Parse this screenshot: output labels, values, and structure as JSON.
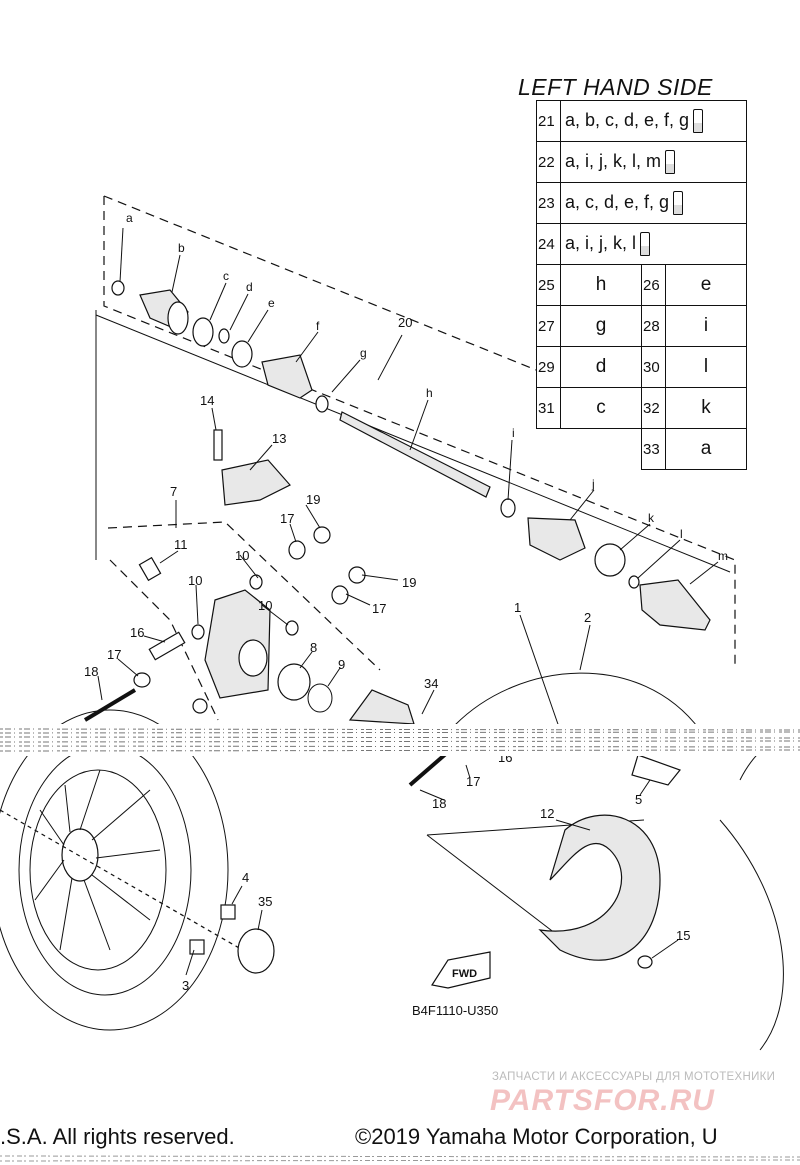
{
  "table": {
    "title": "LEFT HAND SIDE",
    "kit_rows": [
      {
        "num": "21",
        "parts": "a, b, c, d, e, f, g"
      },
      {
        "num": "22",
        "parts": "a, i, j, k, l, m"
      },
      {
        "num": "23",
        "parts": "a, c, d, e, f, g"
      },
      {
        "num": "24",
        "parts": "a, i, j, k, l"
      }
    ],
    "pair_rows": [
      {
        "left_num": "25",
        "left_code": "h",
        "right_num": "26",
        "right_code": "e"
      },
      {
        "left_num": "27",
        "left_code": "g",
        "right_num": "28",
        "right_code": "i"
      },
      {
        "left_num": "29",
        "left_code": "d",
        "right_num": "30",
        "right_code": "l"
      },
      {
        "left_num": "31",
        "left_code": "c",
        "right_num": "32",
        "right_code": "k"
      }
    ],
    "last_row": {
      "num": "33",
      "code": "a"
    }
  },
  "letters": [
    "a",
    "b",
    "c",
    "d",
    "e",
    "f",
    "g",
    "h",
    "i",
    "j",
    "k",
    "l",
    "m"
  ],
  "callouts": [
    "1",
    "2",
    "3",
    "4",
    "5",
    "7",
    "8",
    "9",
    "10",
    "10",
    "10",
    "11",
    "12",
    "13",
    "14",
    "15",
    "16",
    "16",
    "17",
    "17",
    "17",
    "17",
    "18",
    "18",
    "19",
    "19",
    "20",
    "34",
    "35"
  ],
  "fwd_label": "FWD",
  "diagram_code": "B4F1110-U350",
  "watermark": {
    "top": "ЗАПЧАСТИ И АКСЕССУАРЫ ДЛЯ МОТОТЕХНИКИ",
    "logo": "PARTSFOR.RU"
  },
  "copyright_left": ".S.A. All rights reserved.",
  "copyright_right": "©2019 Yamaha Motor Corporation, U"
}
